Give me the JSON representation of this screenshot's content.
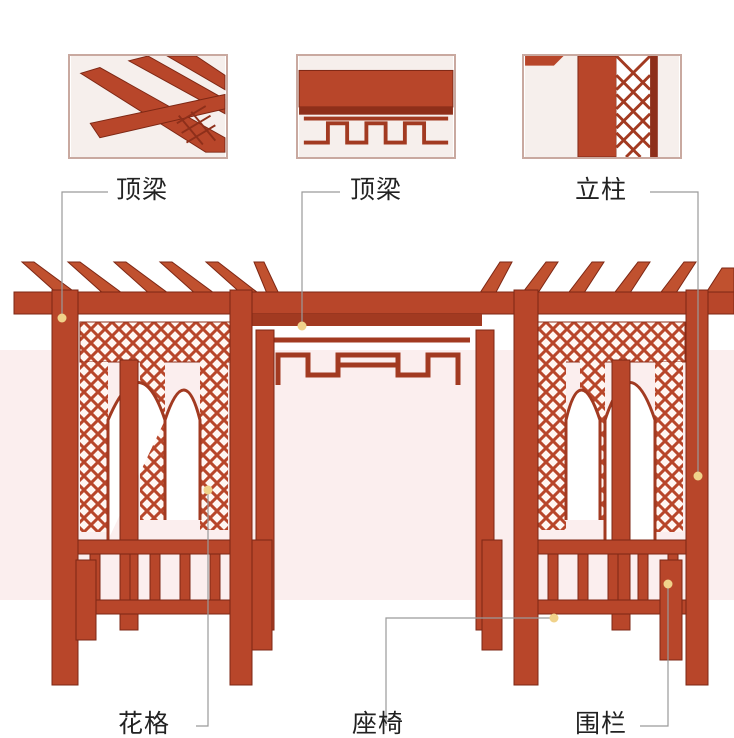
{
  "labels": {
    "top_beam_left": "顶梁",
    "top_beam_center": "顶梁",
    "column": "立柱",
    "lattice": "花格",
    "bench": "座椅",
    "railing": "围栏"
  },
  "colors": {
    "wood": "#b8462a",
    "wood_dark": "#8e2f1a",
    "wood_light": "#d0633f",
    "leader_line": "#9a9a9a",
    "dot": "#f0d28a",
    "band": "#fbeeee"
  }
}
